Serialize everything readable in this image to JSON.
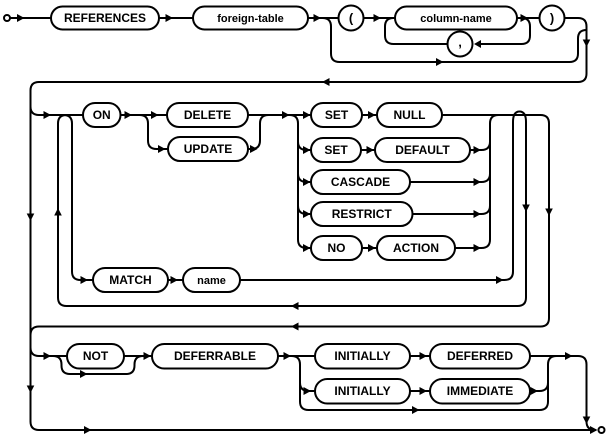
{
  "diagram": {
    "kind": "syntax-railroad-diagram",
    "colors": {
      "line": "#000000",
      "background": "#ffffff"
    },
    "nodes": {
      "references": "REFERENCES",
      "foreign_table": "foreign-table",
      "open_paren": "(",
      "column_name": "column-name",
      "comma": ",",
      "close_paren": ")",
      "on": "ON",
      "delete": "DELETE",
      "update": "UPDATE",
      "set_1": "SET",
      "null": "NULL",
      "set_2": "SET",
      "default": "DEFAULT",
      "cascade": "CASCADE",
      "restrict": "RESTRICT",
      "no": "NO",
      "action": "ACTION",
      "match": "MATCH",
      "name": "name",
      "not": "NOT",
      "deferrable": "DEFERRABLE",
      "initially_1": "INITIALLY",
      "deferred": "DEFERRED",
      "initially_2": "INITIALLY",
      "immediate": "IMMEDIATE"
    }
  }
}
